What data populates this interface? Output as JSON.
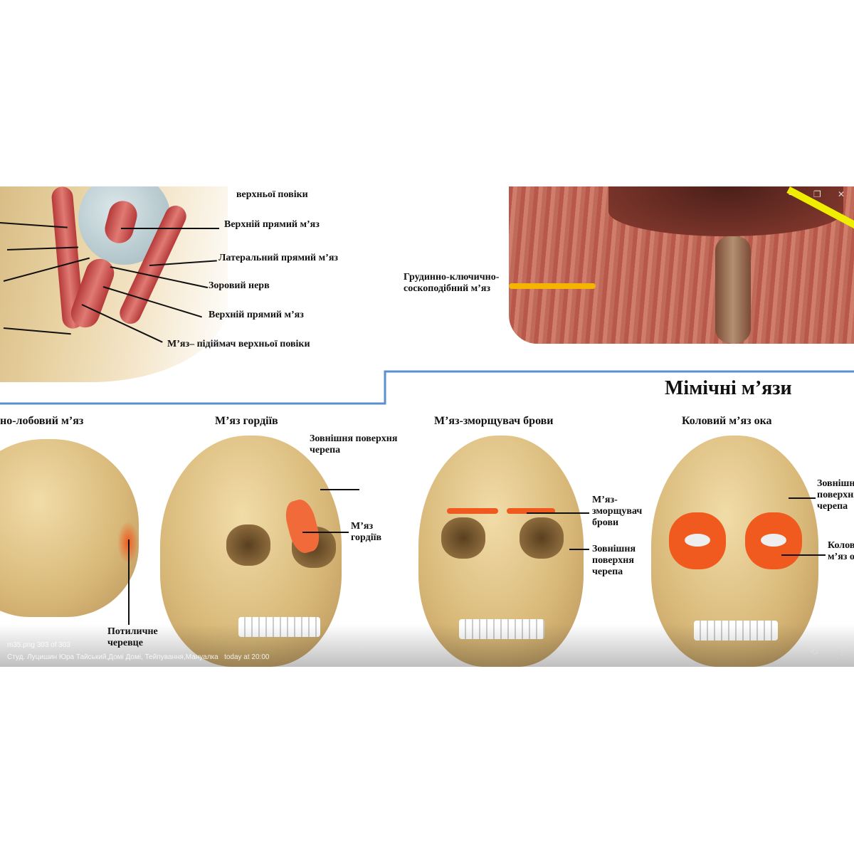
{
  "eye": {
    "labels": [
      "верхньої повіки",
      "Верхній прямий м’яз",
      "Латеральний прямий м’яз",
      "Зоровий нерв",
      "Верхній прямий м’яз",
      "М’яз– підіймач верхньої повіки"
    ]
  },
  "neck": {
    "label": "Грудинно-ключично-\nсоскоподібний м’яз"
  },
  "section_title": "Мімічні м’язи",
  "panels": [
    {
      "title": "но-лобовий м’яз",
      "labels": [
        "Потиличне черевце"
      ]
    },
    {
      "title": "М’яз гордіїв",
      "labels": [
        "Зовнішня поверхня черепа",
        "М’яз гордіїв"
      ]
    },
    {
      "title": "М’яз-зморщувач брови",
      "labels": [
        "М’яз-зморщувач брови",
        "Зовнішня поверхня черепа"
      ]
    },
    {
      "title": "Коловий м’яз ока",
      "labels": [
        "Зовнішня поверхня черепа",
        "Коловий м’яз ока"
      ]
    }
  ],
  "viewer": {
    "filename": "m35.png",
    "counter": "303 of 303",
    "chat": "Студ. Луцишин Юра Тайський,Домі Домі, Тейпування,Мануалка",
    "time": "today at 20:00",
    "minimize": "–",
    "restore": "❐",
    "close": "✕",
    "rotate": "⟲",
    "more": "⋮"
  },
  "colors": {
    "accent_line": "#5b8fd0",
    "highlight": "#f05a1e",
    "marker": "#f5b400"
  }
}
